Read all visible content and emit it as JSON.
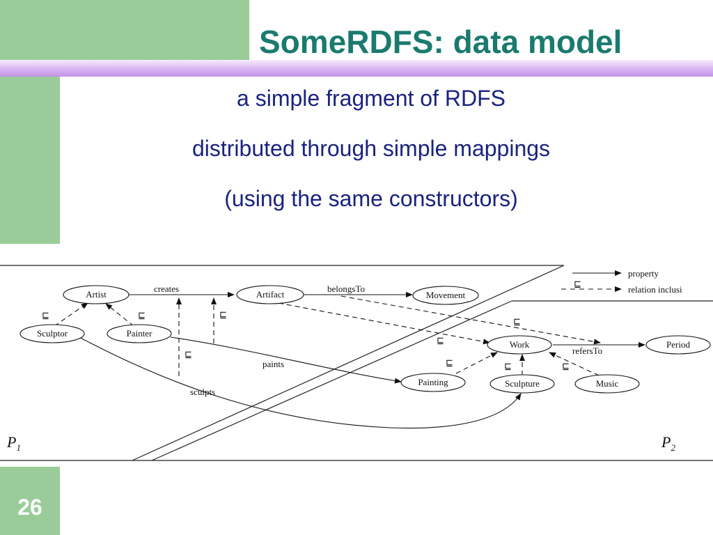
{
  "slide": {
    "title": "SomeRDFS: data model",
    "subtitle_lines": [
      "a simple fragment of RDFS",
      "distributed through simple mappings",
      "(using the same constructors)"
    ],
    "page_number": "26"
  },
  "diagram": {
    "peer_labels": {
      "p1": "P",
      "p1_sub": "1",
      "p2": "P",
      "p2_sub": "2"
    },
    "legend": {
      "property": "property",
      "inclusion": "relation inclusi",
      "inclusion_symbol": "⊑"
    },
    "nodes": {
      "artist": "Artist",
      "artifact": "Artifact",
      "movement": "Movement",
      "sculptor": "Sculptor",
      "painter": "Painter",
      "work": "Work",
      "period": "Period",
      "painting": "Painting",
      "sculpture": "Sculpture",
      "music": "Music"
    },
    "edge_labels": {
      "creates": "creates",
      "belongs_to": "belongsTo",
      "refers_to": "refersTo",
      "paints": "paints",
      "sculpts": "sculpts"
    },
    "subsumption_symbol": "⊑"
  }
}
